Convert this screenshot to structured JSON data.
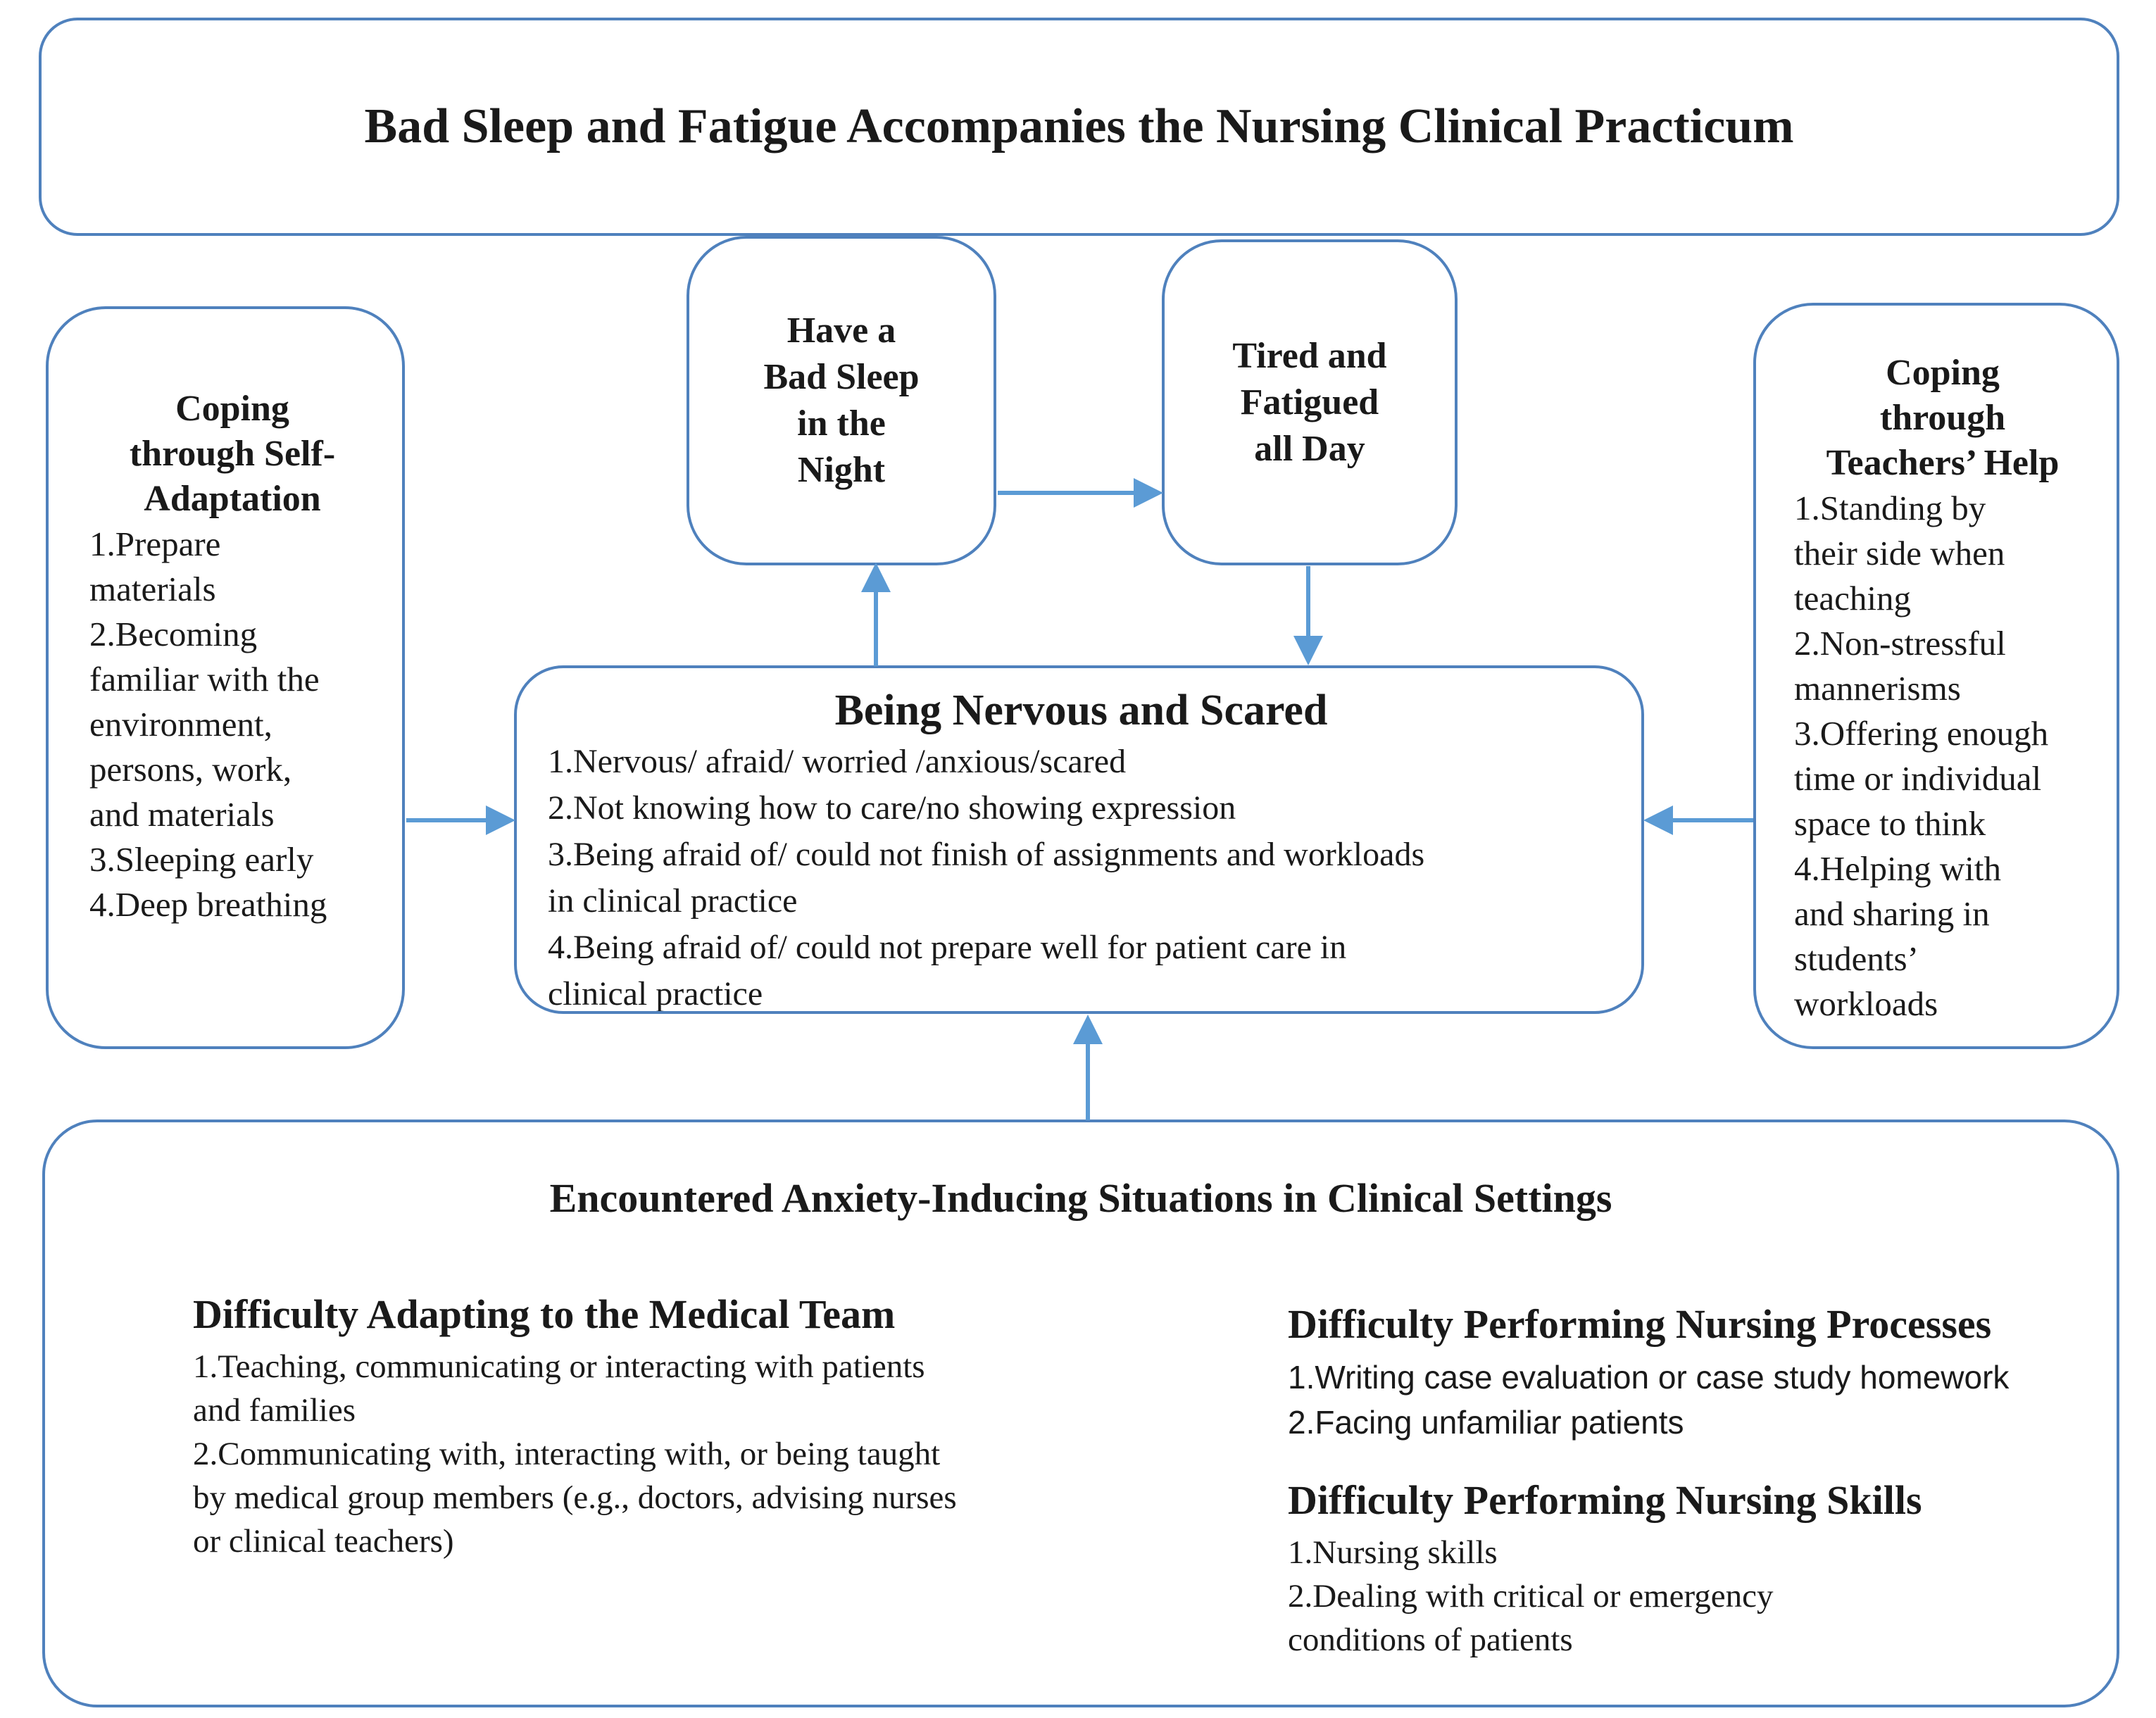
{
  "colors": {
    "box_border": "#4f81bd",
    "arrow": "#5b9bd5",
    "text": "#1a1a1a",
    "background": "#ffffff"
  },
  "title_box": {
    "text": "Bad Sleep and Fatigue Accompanies the Nursing Clinical Practicum"
  },
  "bad_sleep_box": {
    "label": "Have a\nBad Sleep\nin the\nNight"
  },
  "tired_box": {
    "label": "Tired and\nFatigued\nall Day"
  },
  "self_adaptation_box": {
    "title": "Coping\nthrough Self-\nAdaptation",
    "items": [
      "1.Prepare\nmaterials",
      "2.Becoming\nfamiliar with the\nenvironment,\npersons, work,\nand materials",
      "3.Sleeping early",
      "4.Deep breathing"
    ]
  },
  "teachers_help_box": {
    "title": "Coping\nthrough\nTeachers’ Help",
    "items": [
      "1.Standing by\ntheir side when\nteaching",
      "2.Non-stressful\nmannerisms",
      "3.Offering enough\ntime or individual\nspace to think",
      "4.Helping with\nand sharing in\nstudents’\nworkloads"
    ]
  },
  "nervous_box": {
    "title": "Being Nervous and Scared",
    "items": [
      "1.Nervous/ afraid/ worried /anxious/scared",
      "2.Not knowing how to care/no showing expression",
      "3.Being afraid of/ could not finish of assignments and workloads\nin clinical practice",
      "4.Being afraid of/ could not prepare well for patient care in\nclinical practice"
    ]
  },
  "situations_box": {
    "title": "Encountered Anxiety-Inducing Situations in Clinical Settings",
    "left_column": {
      "heading": "Difficulty Adapting to the Medical Team",
      "items": [
        "1.Teaching, communicating or interacting with patients\nand families",
        "2.Communicating with, interacting with, or being taught\nby medical group members (e.g., doctors, advising nurses\nor clinical teachers)"
      ]
    },
    "right_column": {
      "processes": {
        "heading": "Difficulty Performing Nursing Processes",
        "items": [
          "1.Writing case evaluation or case study homework",
          "2.Facing unfamiliar patients"
        ]
      },
      "skills": {
        "heading": "Difficulty Performing Nursing Skills",
        "items": [
          "1.Nursing skills",
          "2.Dealing with critical or emergency\nconditions of patients"
        ]
      }
    }
  }
}
